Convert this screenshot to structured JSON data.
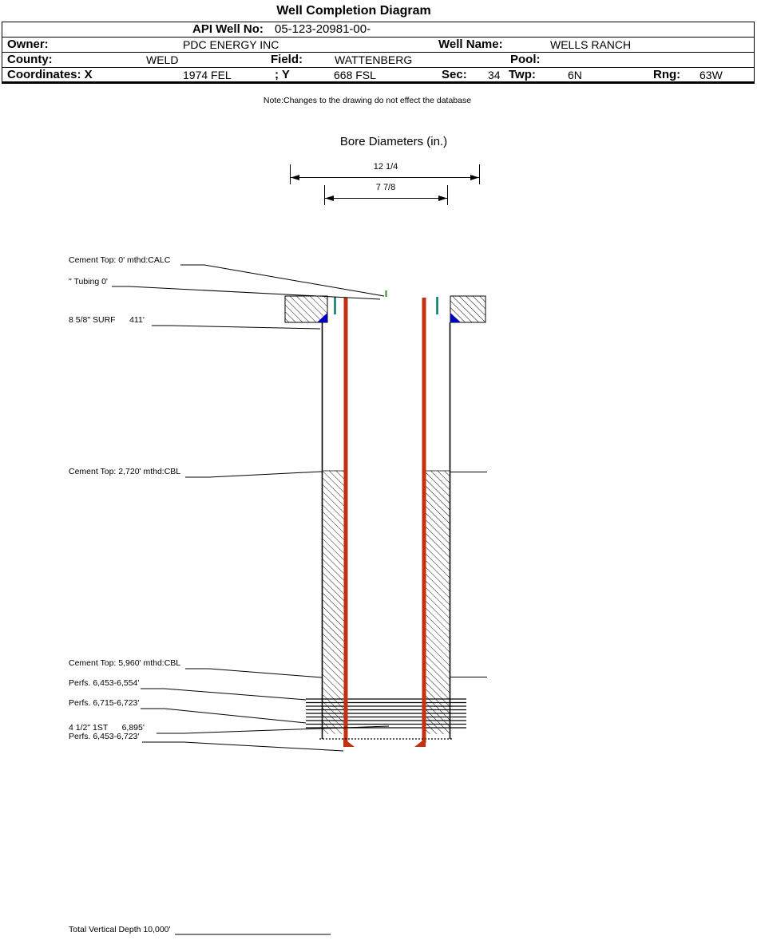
{
  "title": "Well Completion Diagram",
  "header": {
    "api_label": "API Well No:",
    "api_value": "05-123-20981-00-",
    "owner_label": "Owner:",
    "owner_value": "PDC ENERGY INC",
    "well_name_label": "Well Name:",
    "well_name_value": "WELLS RANCH",
    "county_label": "County:",
    "county_value": "WELD",
    "field_label": "Field:",
    "field_value": "WATTENBERG",
    "pool_label": "Pool:",
    "coordinates_label": "Coordinates: X",
    "coordinates_x_value": "1974 FEL",
    "coordinates_y_label": "; Y",
    "coordinates_y_value": "668 FSL",
    "sec_label": "Sec:",
    "sec_value": "34",
    "twp_label": "Twp:",
    "twp_value": "6N",
    "rng_label": "Rng:",
    "rng_value": "63W"
  },
  "note": "Note:Changes to the drawing do not effect the database",
  "bore_diameters": {
    "title": "Bore Diameters (in.)",
    "outer_diameter": "12 1/4",
    "inner_diameter": "7 7/8"
  },
  "annotations": {
    "cement_top_surface": "Cement Top: 0' mthd:CALC",
    "tubing": "\" Tubing 0'",
    "surface_casing": "8 5/8\" SURF      411'",
    "cement_top_2720": "Cement Top: 2,720' mthd:CBL",
    "cement_top_5960": "Cement Top: 5,960' mthd:CBL",
    "perfs_upper": "Perfs. 6,453-6,554'",
    "perfs_lower": "Perfs. 6,715-6,723'",
    "production_casing": "4 1/2\" 1ST      6,895'",
    "perfs_summary": "Perfs. 6,453-6,723'",
    "total_vertical_depth": "Total Vertical Depth 10,000'"
  },
  "colors": {
    "tubing_red": "#c53010",
    "shoe_blue": "#0000bb",
    "marker_teal": "#007a6a",
    "marker_green": "#2e8b2e"
  }
}
